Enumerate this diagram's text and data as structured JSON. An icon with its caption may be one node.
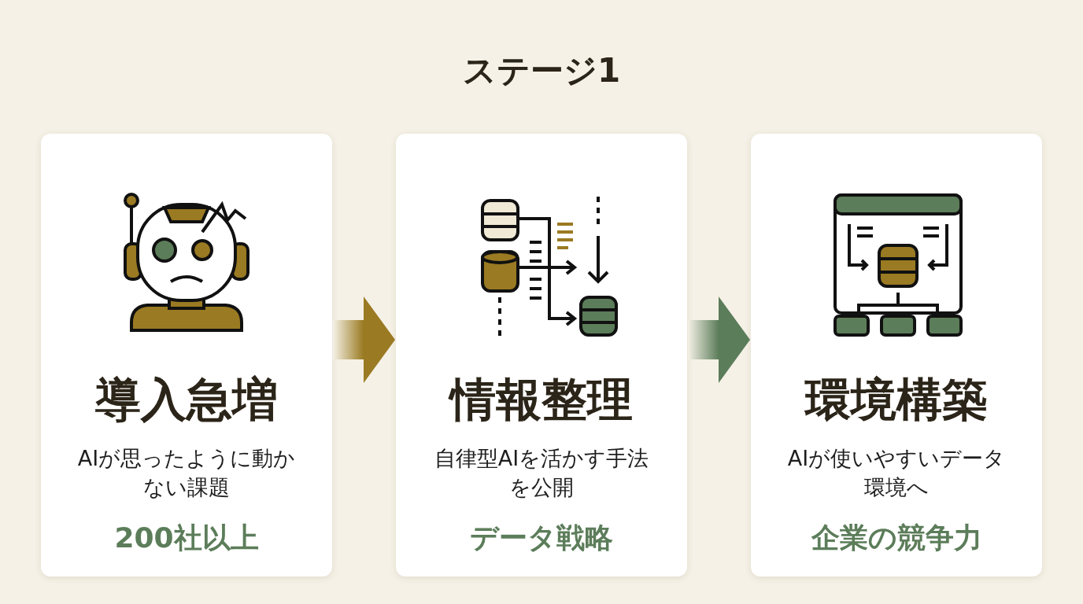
{
  "diagram": {
    "title": "ステージ1",
    "nodes": [
      {
        "text": [
          "導入急増",
          "AIが思ったように動かない課題",
          "200社以上"
        ]
      },
      {
        "text": [
          "情報整理",
          "自律型AIを活かす手法を公開",
          "データ戦略"
        ]
      },
      {
        "text": [
          "環境構築",
          "AIが使いやすいデータ環境へ",
          "企業の競争力"
        ]
      }
    ],
    "edges": [
      {
        "from": 0,
        "to": 1,
        "arrow": "to",
        "style": "thick",
        "color": "#9a7a22"
      },
      {
        "from": 1,
        "to": 2,
        "arrow": "to",
        "style": "thick",
        "color": "#5c7d5a"
      }
    ]
  }
}
